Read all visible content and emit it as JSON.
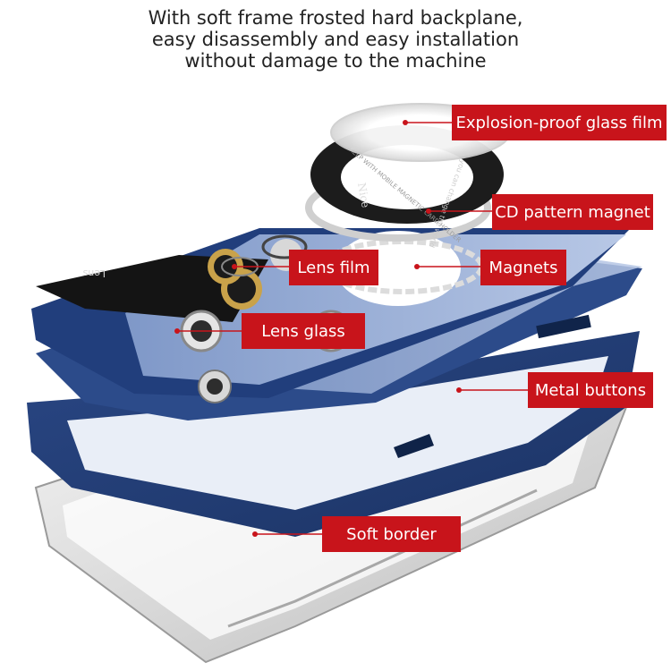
{
  "headline": {
    "line1": "With soft frame frosted hard backplane,",
    "line2": "easy disassembly and easy installation",
    "line3": "without damage to the machine"
  },
  "callouts": {
    "glass_film": "Explosion-proof glass film",
    "cd_magnet": "CD pattern magnet",
    "lens_film": "Lens film",
    "magnets": "Magnets",
    "lens_glass": "Lens glass",
    "metal_buttons": "Metal buttons",
    "soft_border": "Soft border"
  },
  "product_text": {
    "ring_text": "KEEP WITH MOBILE MAGNETIC CARD HOLDER",
    "ring_inner": "Nice",
    "ring_side": "you can change the world",
    "lens_plate": "Lens"
  },
  "colors": {
    "accent": "#c8141b",
    "case_navy": "#233f7a",
    "plate_blue": "#a8bcde",
    "ring_dark": "#1c1c1c",
    "gold": "#c9a24a"
  }
}
